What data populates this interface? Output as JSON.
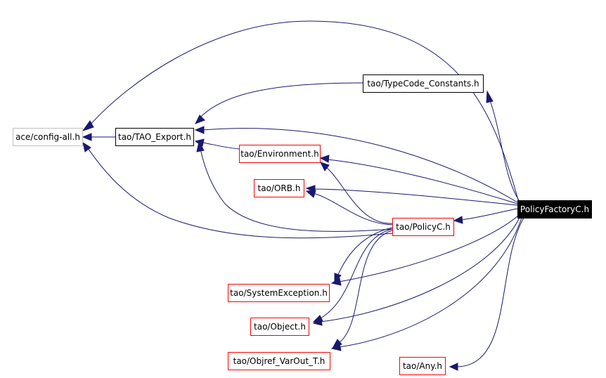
{
  "nodes": {
    "config_all": "ace/config-all.h",
    "tao_export": "tao/TAO_Export.h",
    "typecode_constants": "tao/TypeCode_Constants.h",
    "environment": "tao/Environment.h",
    "orb": "tao/ORB.h",
    "policyfactoryc": "PolicyFactoryC.h",
    "policyc": "tao/PolicyC.h",
    "systemexception": "tao/SystemException.h",
    "object": "tao/Object.h",
    "objref_varout": "tao/Objref_VarOut_T.h",
    "any": "tao/Any.h"
  },
  "colors": {
    "edge": "#191970",
    "linked_border": "#ff0000",
    "documented_border": "#000000",
    "external_border": "#bfbfbf",
    "root_fill": "#000000"
  }
}
